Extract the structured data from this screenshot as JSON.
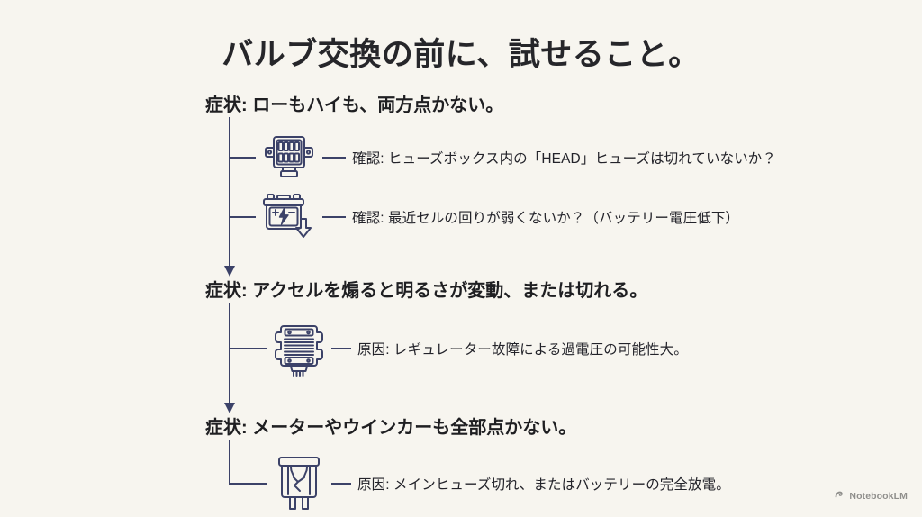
{
  "slide": {
    "title": "バルブ交換の前に、試せること。",
    "background_color": "#f7f5ef",
    "accent_color": "#3c4268",
    "text_color": "#23232a"
  },
  "groups": [
    {
      "symptom": "症状: ローもハイも、両方点かない。",
      "items": [
        {
          "icon": "fuse-box-icon",
          "text": "確認: ヒューズボックス内の「HEAD」ヒューズは切れていないか？"
        },
        {
          "icon": "battery-low-voltage-icon",
          "text": "確認: 最近セルの回りが弱くないか？（バッテリー電圧低下）"
        }
      ]
    },
    {
      "symptom": "症状: アクセルを煽ると明るさが変動、または切れる。",
      "items": [
        {
          "icon": "regulator-rectifier-icon",
          "text": "原因: レギュレーター故障による過電圧の可能性大。"
        }
      ]
    },
    {
      "symptom": "症状: メーターやウインカーも全部点かない。",
      "items": [
        {
          "icon": "blown-blade-fuse-icon",
          "text": "原因: メインヒューズ切れ、またはバッテリーの完全放電。"
        }
      ]
    }
  ],
  "watermark": {
    "label": "NotebookLM",
    "icon": "notebooklm-spark-icon"
  }
}
